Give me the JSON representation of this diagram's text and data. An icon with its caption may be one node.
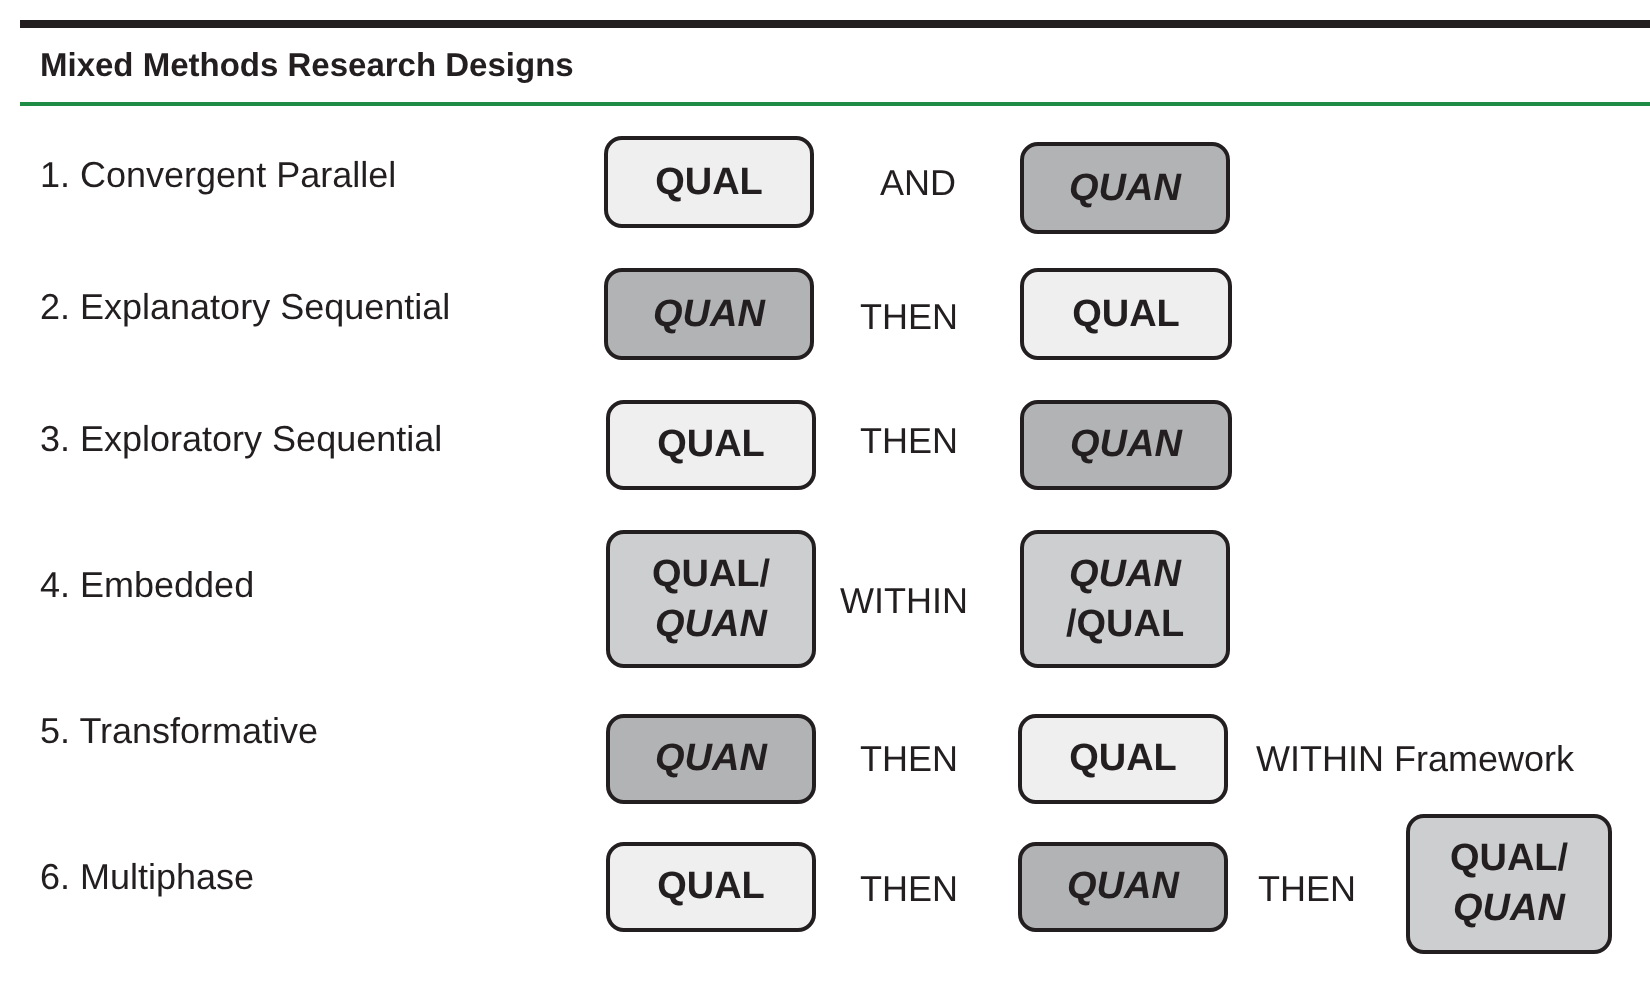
{
  "diagram": {
    "title": "Mixed Methods Research Designs",
    "nodes": [
      {
        "text": [
          "QUAL"
        ]
      },
      {
        "text": [
          "QUAN"
        ]
      },
      {
        "text": [
          "QUAN"
        ]
      },
      {
        "text": [
          "QUAL"
        ]
      },
      {
        "text": [
          "QUAL"
        ]
      },
      {
        "text": [
          "QUAN"
        ]
      },
      {
        "text": [
          "QUAL/ *QUAN*"
        ]
      },
      {
        "text": [
          "*QUAN* /QUAL"
        ]
      },
      {
        "text": [
          "QUAN"
        ]
      },
      {
        "text": [
          "QUAL"
        ]
      },
      {
        "text": [
          "QUAL"
        ]
      },
      {
        "text": [
          "QUAN"
        ]
      },
      {
        "text": [
          "QUAL/ *QUAN*"
        ]
      }
    ],
    "edges": [],
    "labels": [
      "1. Convergent Parallel",
      "AND",
      "2. Explanatory Sequential",
      "THEN",
      "3. Exploratory Sequential",
      "THEN",
      "4. Embedded",
      "WITHIN",
      "5. Transformative",
      "THEN",
      "WITHIN Framework",
      "6. Multiphase",
      "THEN",
      "THEN"
    ]
  }
}
